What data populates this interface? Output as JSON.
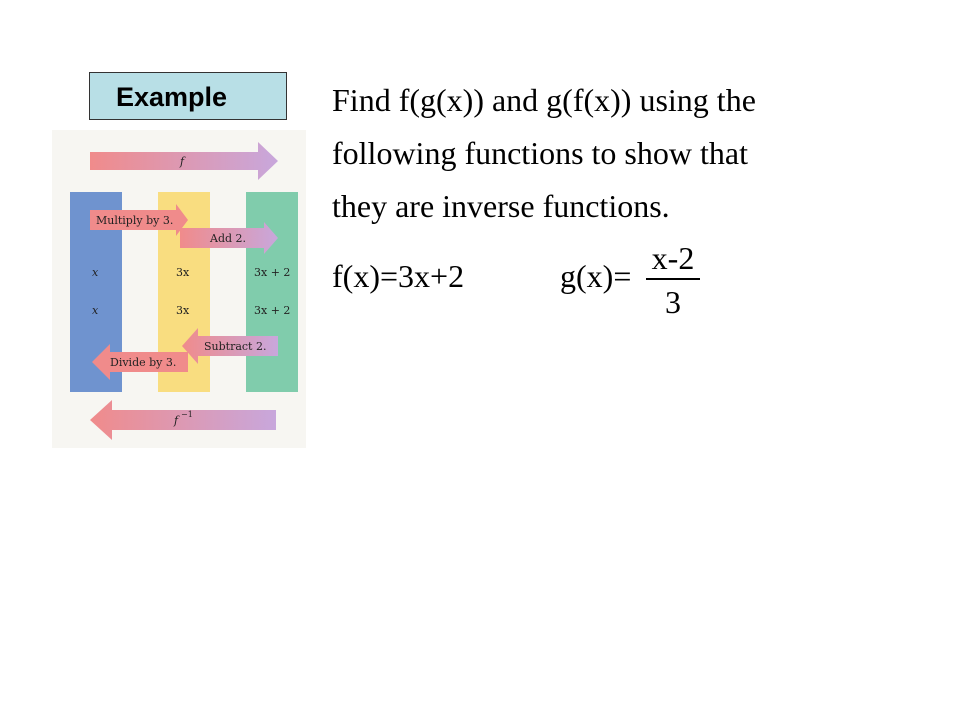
{
  "badge": {
    "label": "Example"
  },
  "diagram": {
    "top_arrow_label": "f",
    "multiply_label": "Multiply by 3.",
    "add_label": "Add 2.",
    "subtract_label": "Subtract 2.",
    "divide_label": "Divide by 3.",
    "bottom_arrow_label": "f",
    "bottom_arrow_exponent": "−1",
    "row1": {
      "col1": "x",
      "col2": "3x",
      "col3": "3x + 2"
    },
    "row2": {
      "col1": "x",
      "col2": "3x",
      "col3": "3x + 2"
    },
    "colors": {
      "blue_column": "#6f93cf",
      "yellow_column": "#f9dd80",
      "green_column": "#80ccac",
      "arrow_pink": "#f08b8b",
      "arrow_purple": "#c8a7dc"
    }
  },
  "prompt": {
    "line1": "Find f(g(x)) and g(f(x)) using the",
    "line2": "following functions to show that",
    "line3": "they are inverse functions."
  },
  "functions": {
    "f_def": "f(x)=3x+2",
    "g_label": "g(x)=",
    "g_numerator": "x-2",
    "g_denominator": "3"
  }
}
